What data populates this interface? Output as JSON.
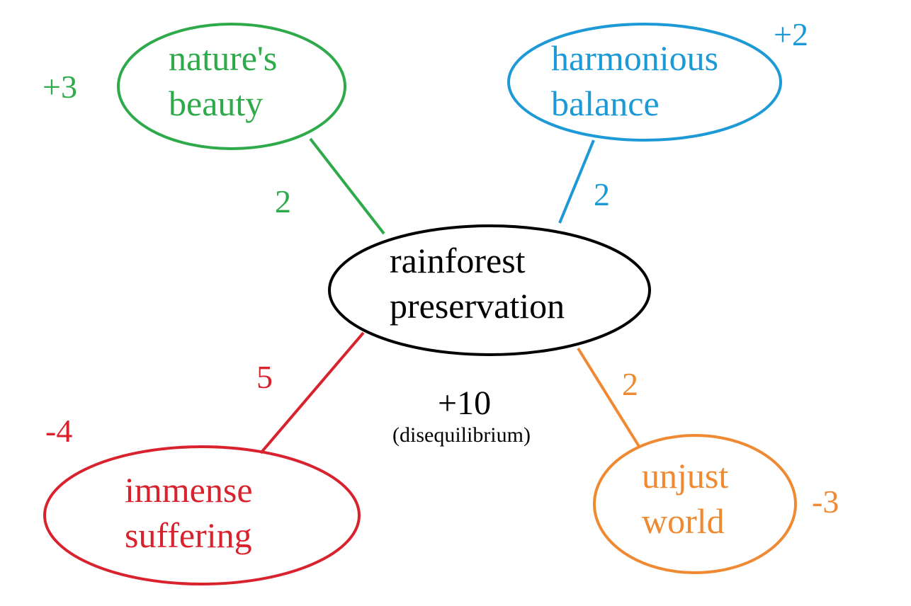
{
  "colors": {
    "green": "#2eaa4a",
    "blue": "#1d9ad6",
    "red": "#d8232f",
    "orange": "#ef8a33",
    "black": "#000000"
  },
  "center": {
    "line1": "rainforest",
    "line2": "preservation",
    "total": "+10",
    "total_note": "(disequilibrium)"
  },
  "nodes": {
    "natures_beauty": {
      "line1": "nature's",
      "line2": "beauty",
      "valence": "+3",
      "weight": "2",
      "color": "#2eaa4a"
    },
    "harmonious_balance": {
      "line1": "harmonious",
      "line2": "balance",
      "valence": "+2",
      "weight": "2",
      "color": "#1d9ad6"
    },
    "immense_suffering": {
      "line1": "immense",
      "line2": "suffering",
      "valence": "-4",
      "weight": "5",
      "color": "#d8232f"
    },
    "unjust_world": {
      "line1": "unjust",
      "line2": "world",
      "valence": "-3",
      "weight": "2",
      "color": "#ef8a33"
    }
  }
}
